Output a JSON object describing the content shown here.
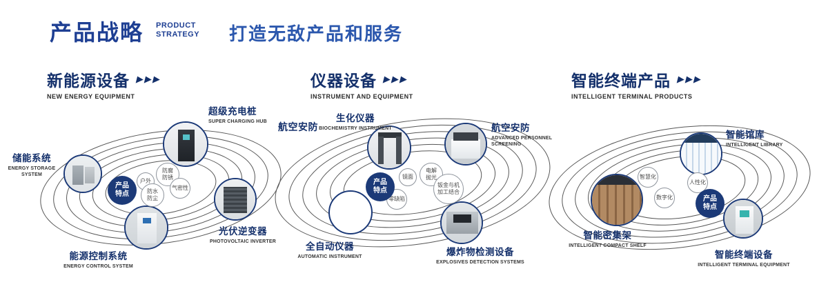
{
  "header": {
    "title": "产品战略",
    "title_en_line1": "PRODUCT",
    "title_en_line2": "STRATEGY",
    "tagline": "打造无敌产品和服务"
  },
  "colors": {
    "navy": "#14306b",
    "title_blue": "#1e3f93",
    "tagline_blue": "#2b57ad",
    "orbit_line": "#555555",
    "badge_bg": "#1c3a78"
  },
  "sections": [
    {
      "heading": "新能源设备",
      "heading_en": "NEW ENERGY EQUIPMENT",
      "arrows": "▶▶▶",
      "badge": "产品特点",
      "features": [
        "户外",
        "防腐防锈",
        "防水防尘",
        "气密性"
      ],
      "products": [
        {
          "name": "储能系统",
          "name_en": "ENERGY STORAGE SYSTEM"
        },
        {
          "name": "超级充电桩",
          "name_en": "SUPER CHARGING HUB"
        },
        {
          "name": "光伏逆变器",
          "name_en": "PHOTOVOLTAIC INVERTER"
        },
        {
          "name": "能源控制系统",
          "name_en": "ENERGY CONTROL SYSTEM"
        }
      ]
    },
    {
      "heading": "仪器设备",
      "heading_en": "INSTRUMENT AND EQUIPMENT",
      "arrows": "▶▶▶",
      "badge": "产品特点",
      "side_label": "航空安防",
      "features": [
        "镜面",
        "电解抛光",
        "零缺陷",
        "钣金与机加工结合"
      ],
      "products": [
        {
          "name": "生化仪器",
          "name_en": "BIOCHEMISTRY INSTRUMENT"
        },
        {
          "name": "航空安防",
          "name_en": "ADVANCED PERSONNEL SCREENING"
        },
        {
          "name": "全自动仪器",
          "name_en": "AUTOMATIC INSTRUMENT"
        },
        {
          "name": "爆炸物检测设备",
          "name_en": "EXPLOSIVES DETECTION SYSTEMS"
        }
      ]
    },
    {
      "heading": "智能终端产品",
      "heading_en": "INTELLIGENT TERMINAL PRODUCTS",
      "arrows": "▶▶▶",
      "badge": "产品特点",
      "features": [
        "智慧化",
        "人性化",
        "数字化"
      ],
      "products": [
        {
          "name": "智能馆库",
          "name_en": "INTELLIGENT LIBRARY"
        },
        {
          "name": "智能密集架",
          "name_en": "INTELLIGENT COMPACT SHELF"
        },
        {
          "name": "智能终端设备",
          "name_en": "INTELLIGENT TERMINAL EQUIPMENT"
        }
      ]
    }
  ]
}
